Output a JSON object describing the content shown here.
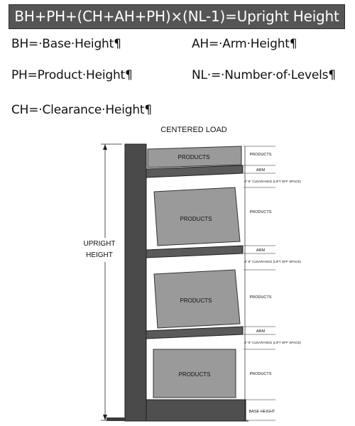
{
  "formula": "BH+PH+(CH+AH+PH)×(NL-1)=Upright Height",
  "definitions": {
    "bh": "BH=·Base·Height¶",
    "ah": "AH=·Arm·Height¶",
    "ph": "PH=Product·Height¶",
    "nl": "NL·=·Number·of·Levels¶",
    "ch": "CH=·Clearance·Height¶"
  },
  "diagram": {
    "title": "CENTERED LOAD",
    "upright_label_1": "UPRIGHT",
    "upright_label_2": "HEIGHT",
    "products_label": "PRODUCTS",
    "dim_products": "PRODUCTS",
    "dim_arm": "ARM",
    "dim_clearance": "4\"-6\" CLEARANCE (LIFT OFF SPACE)",
    "dim_base": "BASE HEIGHT"
  },
  "colors": {
    "formula_bg": "#555555",
    "upright": "#4a4a4a",
    "arm": "#5a5a5a",
    "product": "#9a9a9a",
    "line": "#222222"
  }
}
